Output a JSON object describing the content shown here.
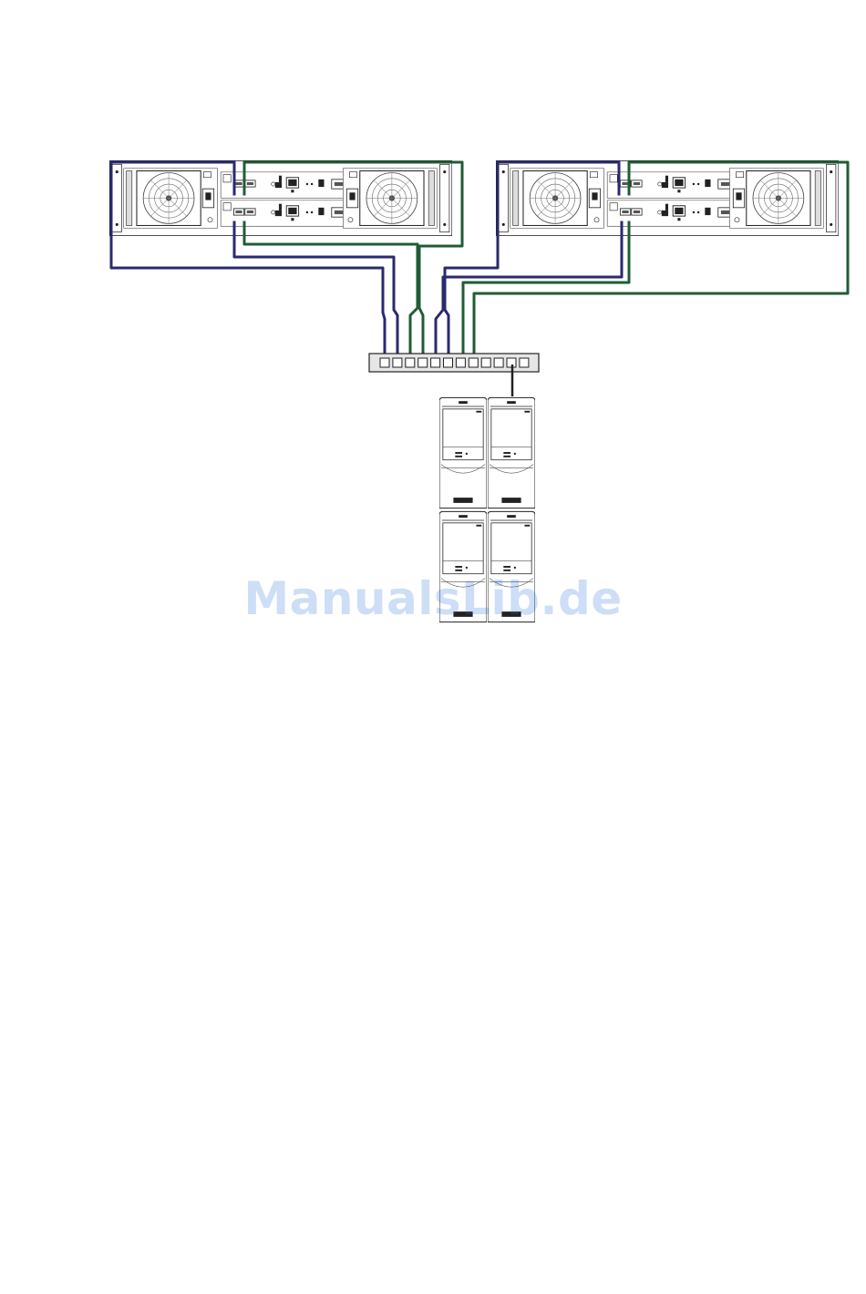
{
  "watermark": "ManualsLib.de",
  "colors": {
    "cable_a": "#2a2a6e",
    "cable_b": "#1f5c36",
    "line": "#222222",
    "switch_fill": "#e6e6e6"
  },
  "diagram": {
    "storage_enclosures": 2,
    "controllers_per_enclosure": 2,
    "switch_ports": 12,
    "servers": 4
  }
}
